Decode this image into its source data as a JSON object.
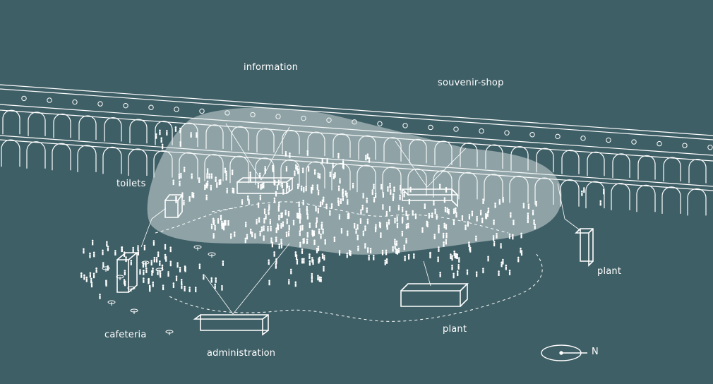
{
  "labels": {
    "information": "information",
    "souvenir_shop": "souvenir-shop",
    "toilets": "toilets",
    "cafeteria": "cafeteria",
    "administration": "administration",
    "plant_right": "plant",
    "plant_bottom": "plant",
    "north": "N"
  },
  "colors": {
    "background": "#3f5f66",
    "line": "#ffffff",
    "blob": "#e9eeee"
  }
}
